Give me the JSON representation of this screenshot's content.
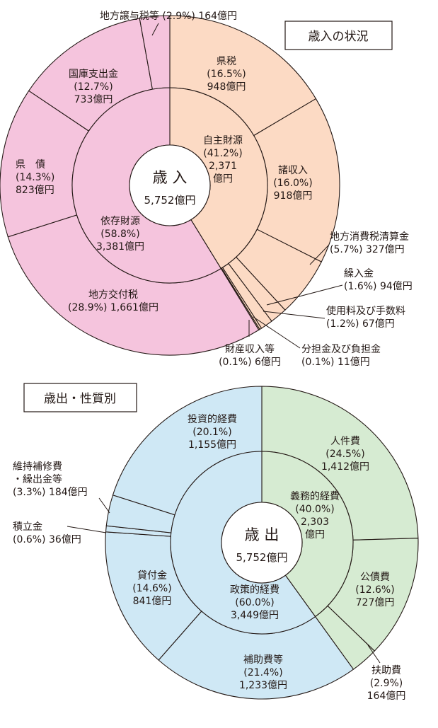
{
  "colors": {
    "revenue_own": "#fcdac4",
    "revenue_dep": "#f5c4dd",
    "expenditure_mand": "#d6ebd2",
    "expenditure_policy": "#cfe8f5",
    "stroke": "#231815"
  },
  "chart_data": [
    {
      "type": "pie",
      "title": "歳入の状況",
      "center": {
        "line1": "歳 入",
        "line2": "5,752億円"
      },
      "start_angle_deg": 0,
      "inner_series": [
        {
          "group": "own",
          "values": [
            2371
          ],
          "texts": [
            "自主財源",
            "(41.2%)",
            "2,371",
            "億円"
          ]
        },
        {
          "group": "dep",
          "values": [
            3381
          ],
          "texts": [
            "依存財源",
            "(58.8%)",
            "3,381億円"
          ]
        }
      ],
      "outer_series": [
        {
          "group": "own",
          "value": 948,
          "texts": [
            "県税",
            "(16.5%)",
            "948億円"
          ]
        },
        {
          "group": "own",
          "value": 918,
          "texts": [
            "諸収入",
            "(16.0%)",
            "918億円"
          ]
        },
        {
          "group": "own",
          "value": 327,
          "texts": [
            "地方消費税清算金",
            "(5.7%) 327億円"
          ]
        },
        {
          "group": "own",
          "value": 94,
          "texts": [
            "繰入金",
            "(1.6%) 94億円"
          ]
        },
        {
          "group": "own",
          "value": 67,
          "texts": [
            "使用料及び手数料",
            "(1.2%) 67億円"
          ]
        },
        {
          "group": "own",
          "value": 11,
          "texts": [
            "分担金及び負担金",
            "(0.1%) 11億円"
          ]
        },
        {
          "group": "own",
          "value": 6,
          "texts": [
            "財産収入等",
            "(0.1%) 6億円"
          ]
        },
        {
          "group": "dep",
          "value": 1661,
          "texts": [
            "地方交付税",
            "(28.9%) 1,661億円"
          ]
        },
        {
          "group": "dep",
          "value": 823,
          "texts": [
            "県　債",
            "(14.3%)",
            "823億円"
          ]
        },
        {
          "group": "dep",
          "value": 733,
          "texts": [
            "国庫支出金",
            "(12.7%)",
            "733億円"
          ]
        },
        {
          "group": "dep",
          "value": 164,
          "texts": [
            "地方譲与税等 (2.9%) 164億円"
          ]
        }
      ]
    },
    {
      "type": "pie",
      "title": "歳出・性質別",
      "center": {
        "line1": "歳 出",
        "line2": "5,752億円"
      },
      "start_angle_deg": 0,
      "inner_series": [
        {
          "group": "mand",
          "values": [
            2303
          ],
          "texts": [
            "義務的経費",
            "(40.0%)",
            "2,303",
            "億円"
          ]
        },
        {
          "group": "policy",
          "values": [
            3449
          ],
          "texts": [
            "政策的経費",
            "(60.0%)",
            "3,449億円"
          ]
        }
      ],
      "outer_series": [
        {
          "group": "mand",
          "value": 1412,
          "texts": [
            "人件費",
            "(24.5%)",
            "1,412億円"
          ]
        },
        {
          "group": "mand",
          "value": 727,
          "texts": [
            "公債費",
            "(12.6%)",
            "727億円"
          ]
        },
        {
          "group": "mand",
          "value": 164,
          "texts": [
            "扶助費",
            "(2.9%)",
            "164億円"
          ]
        },
        {
          "group": "policy",
          "value": 1233,
          "texts": [
            "補助費等",
            "(21.4%)",
            "1,233億円"
          ]
        },
        {
          "group": "policy",
          "value": 841,
          "texts": [
            "貸付金",
            "(14.6%)",
            "841億円"
          ]
        },
        {
          "group": "policy",
          "value": 36,
          "texts": [
            "積立金",
            "(0.6%) 36億円"
          ]
        },
        {
          "group": "policy",
          "value": 184,
          "texts": [
            "維持補修費",
            "・繰出金等",
            "(3.3%) 184億円"
          ]
        },
        {
          "group": "policy",
          "value": 1155,
          "texts": [
            "投資的経費",
            "(20.1%)",
            "1,155億円"
          ]
        }
      ]
    }
  ]
}
